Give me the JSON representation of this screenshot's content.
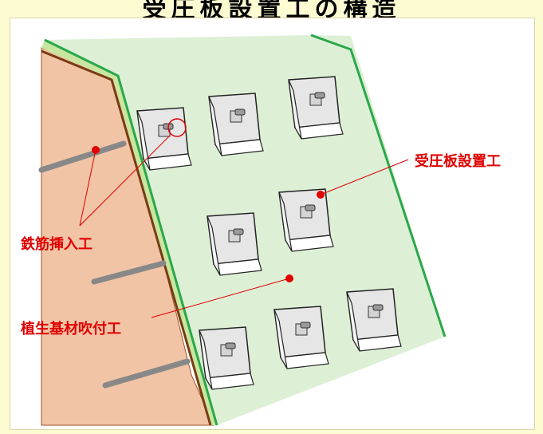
{
  "title": "受圧板設置工の構造",
  "labels": {
    "receiving_plate": "受圧板設置工",
    "rebar_insertion": "鉄筋挿入工",
    "vegetation_spray": "植生基材吹付工"
  },
  "colors": {
    "background": "#fdfbd2",
    "soil": "#f1c4a6",
    "slope_face": "#ddf0d6",
    "edge_green": "#2aa84a",
    "label_red": "#e00000"
  }
}
